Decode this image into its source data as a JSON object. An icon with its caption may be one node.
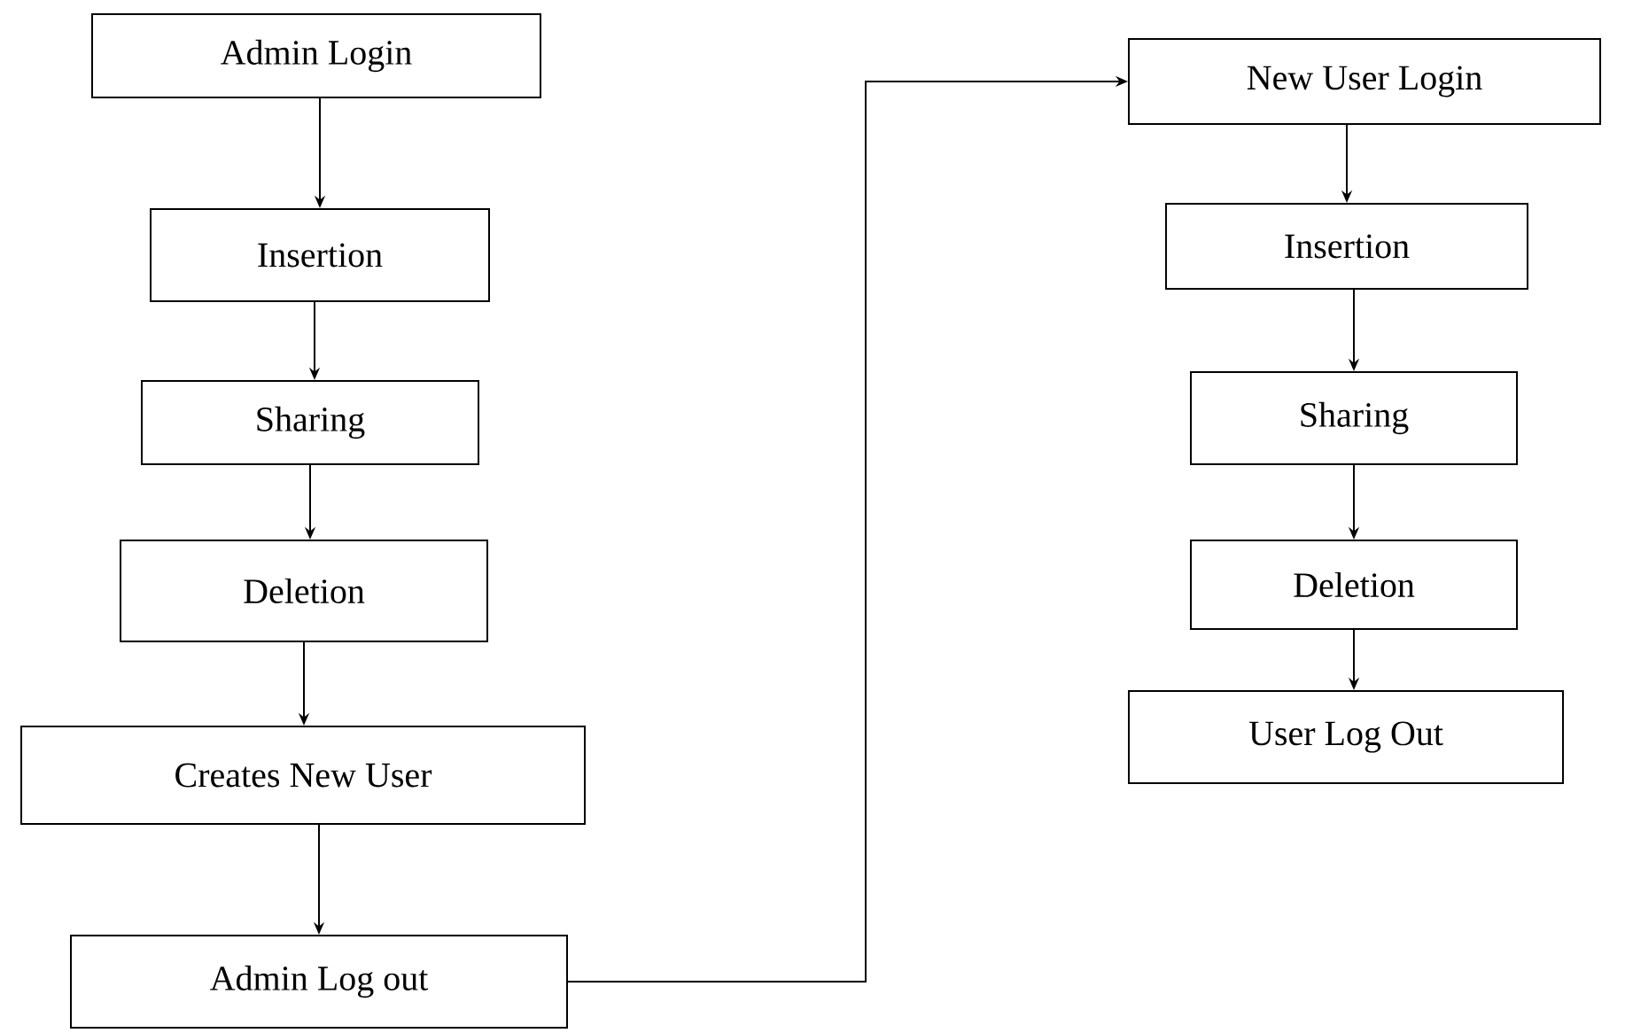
{
  "diagram": {
    "nodes": [
      {
        "text": [
          "Admin Login"
        ]
      },
      {
        "text": [
          "Insertion"
        ]
      },
      {
        "text": [
          "Sharing"
        ]
      },
      {
        "text": [
          "Deletion"
        ]
      },
      {
        "text": [
          "Creates New User"
        ]
      },
      {
        "text": [
          "Admin Log out"
        ]
      },
      {
        "text": [
          "New User Login"
        ]
      },
      {
        "text": [
          "Insertion"
        ]
      },
      {
        "text": [
          "Sharing"
        ]
      },
      {
        "text": [
          "Deletion"
        ]
      },
      {
        "text": [
          "User Log Out"
        ]
      }
    ],
    "edges": [
      {
        "from": 0,
        "to": 1,
        "arrow": "to"
      },
      {
        "from": 1,
        "to": 2,
        "arrow": "to"
      },
      {
        "from": 2,
        "to": 3,
        "arrow": "to"
      },
      {
        "from": 3,
        "to": 4,
        "arrow": "to"
      },
      {
        "from": 4,
        "to": 5,
        "arrow": "to"
      },
      {
        "from": 5,
        "to": 6,
        "arrow": "to"
      },
      {
        "from": 6,
        "to": 7,
        "arrow": "to"
      },
      {
        "from": 7,
        "to": 8,
        "arrow": "to"
      },
      {
        "from": 8,
        "to": 9,
        "arrow": "to"
      },
      {
        "from": 9,
        "to": 10,
        "arrow": "to"
      }
    ]
  }
}
